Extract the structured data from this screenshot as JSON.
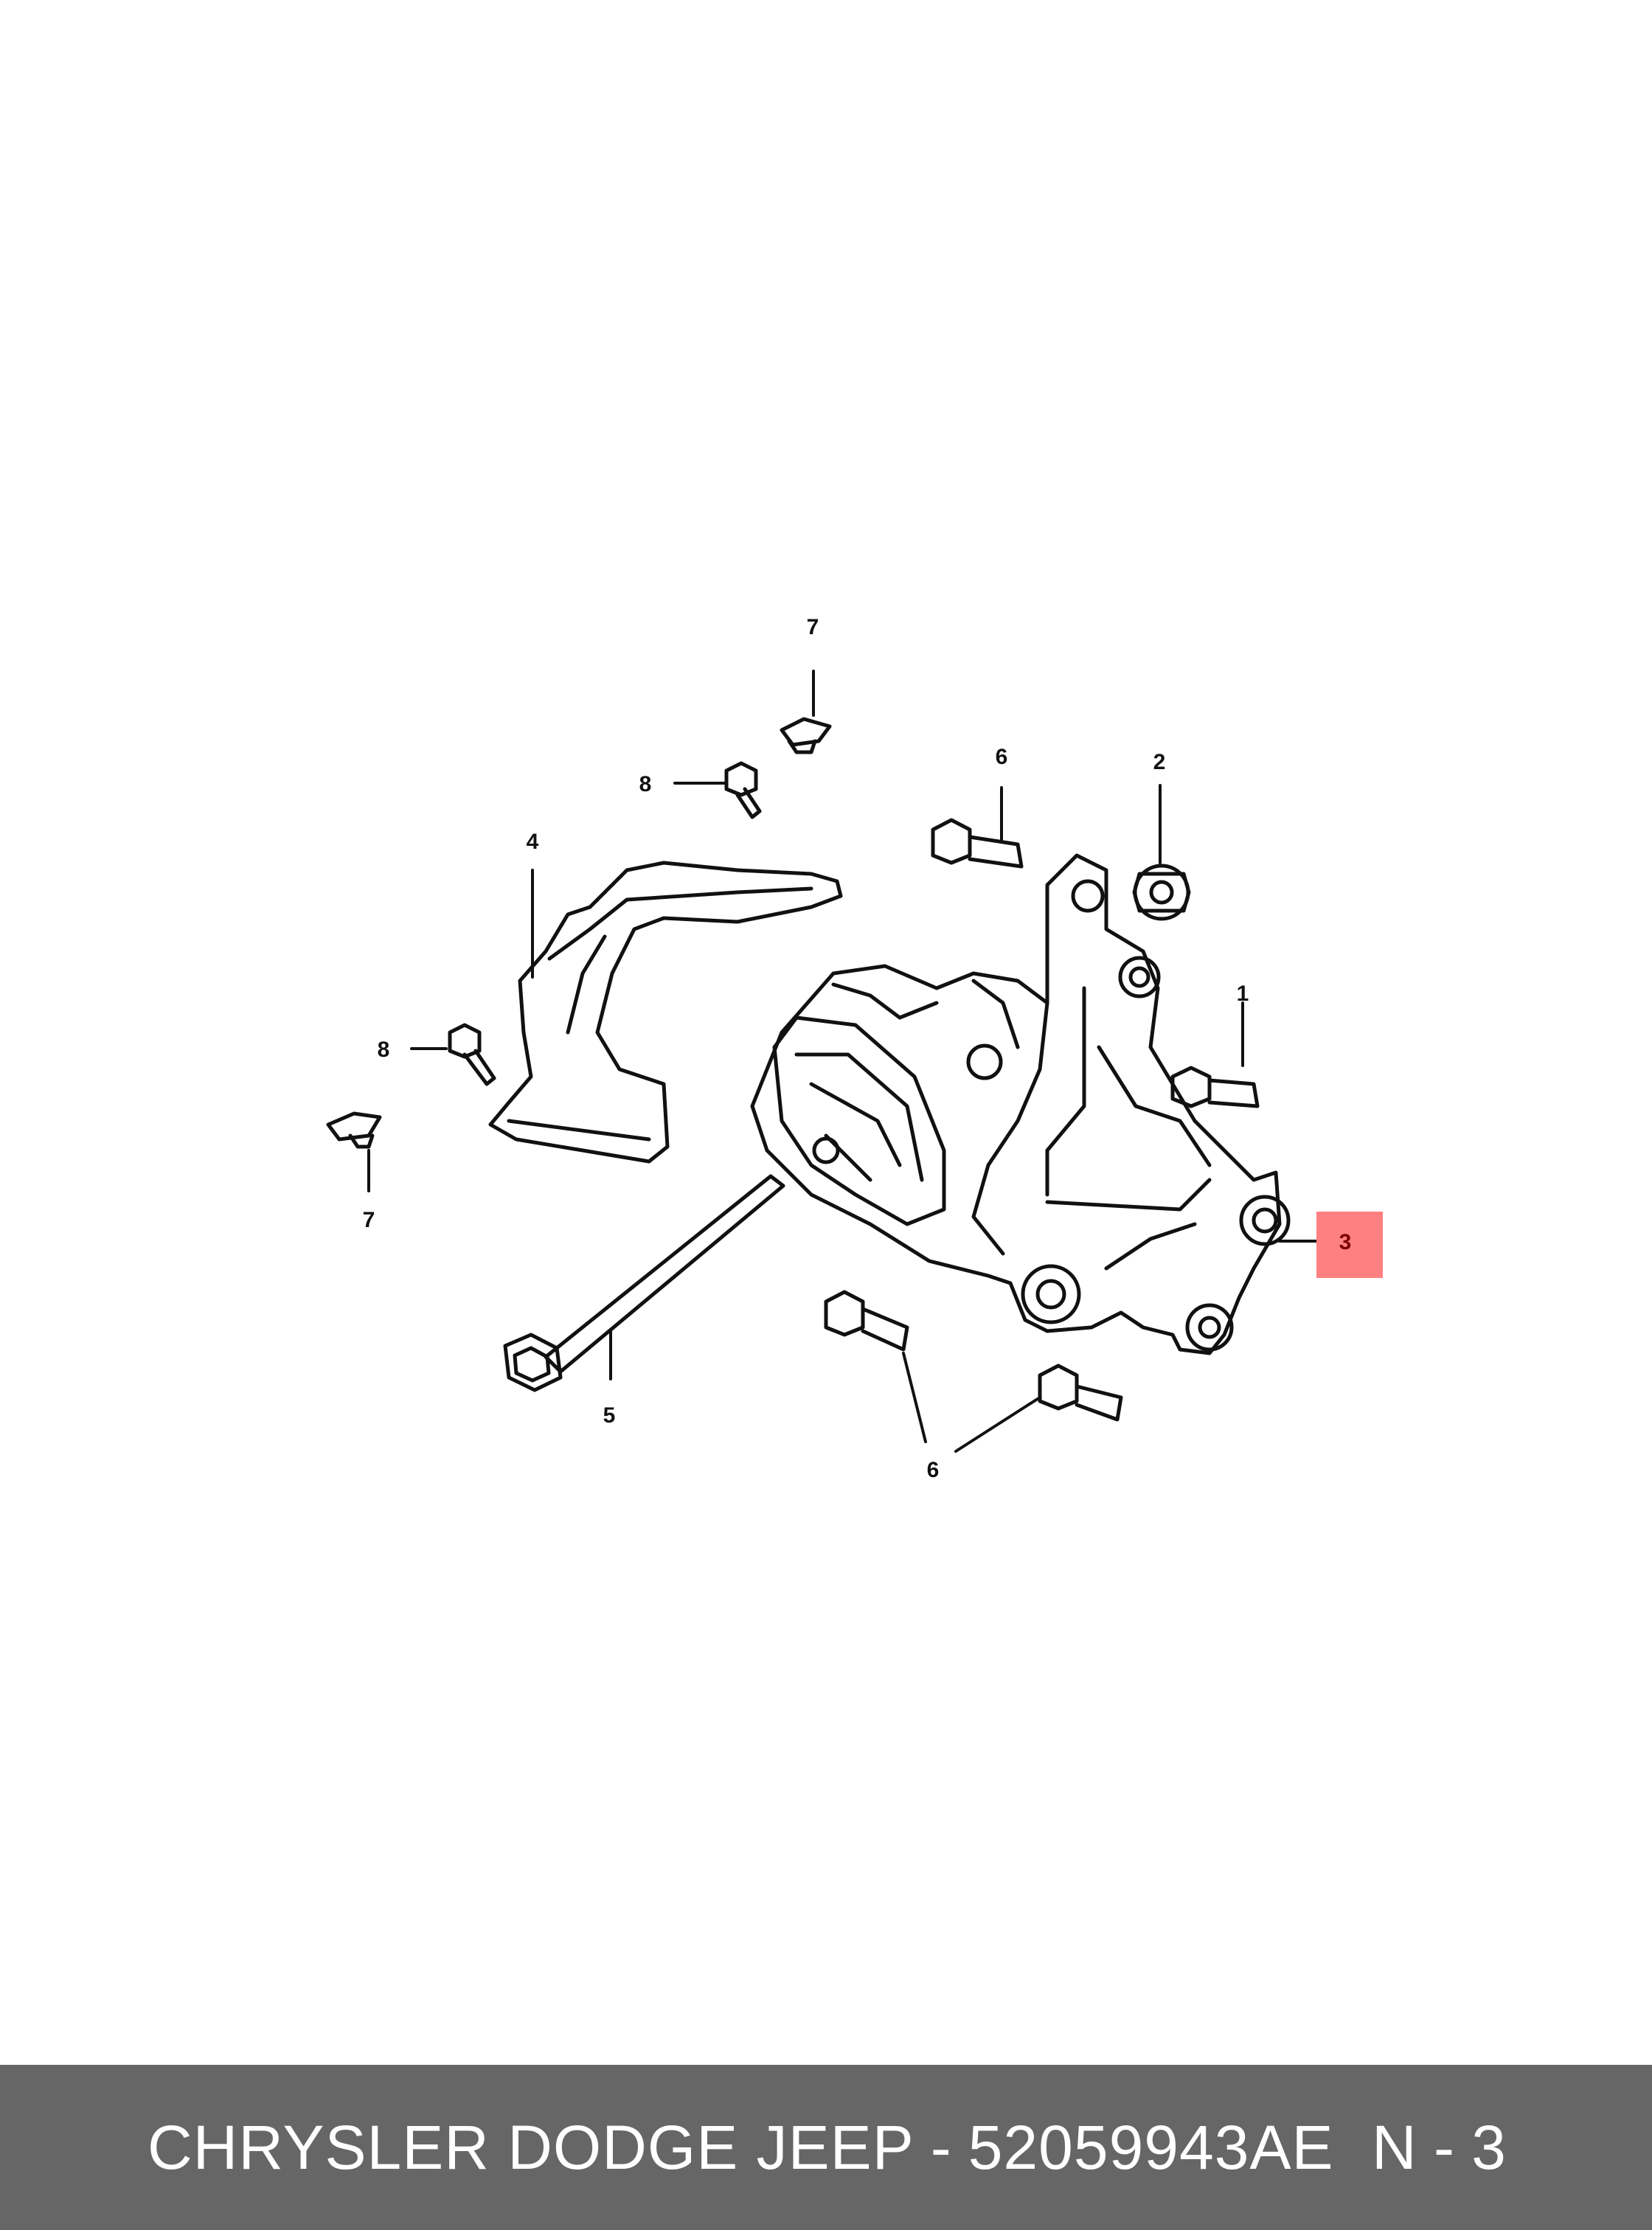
{
  "colors": {
    "highlight": "#ff8080",
    "footer_bg": "#666666",
    "footer_text": "#ffffff",
    "line": "#111111"
  },
  "callouts": {
    "c1": "1",
    "c2": "2",
    "c3": "3",
    "c4": "4",
    "c5": "5",
    "c6_top": "6",
    "c6_bottom": "6",
    "c7_top": "7",
    "c7_left": "7",
    "c8_top": "8",
    "c8_left": "8"
  },
  "highlighted_callout": "3",
  "footer": {
    "brand": "CHRYSLER DODGE JEEP",
    "separator": "-",
    "part_number": "52059943AE",
    "position": "N - 3"
  }
}
